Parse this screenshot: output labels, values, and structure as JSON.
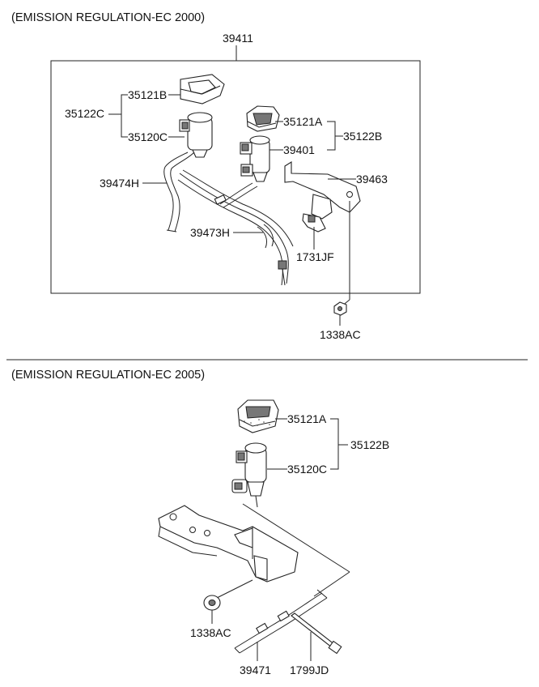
{
  "section1": {
    "caption": "(EMISSION REGULATION-EC 2000)",
    "labels": {
      "assembly": "39411",
      "cover_b": "35121B",
      "valve_c": "35120C",
      "group_c": "35122C",
      "cover_a": "35121A",
      "group_b": "35122B",
      "valve": "39401",
      "bracket": "39463",
      "hose_h": "39474H",
      "hose_h2": "39473H",
      "clip": "1731JF",
      "nut": "1338AC"
    }
  },
  "section2": {
    "caption": "(EMISSION REGULATION-EC 2005)",
    "labels": {
      "cover_a": "35121A",
      "group_b": "35122B",
      "valve_c": "35120C",
      "nut": "1338AC",
      "hose": "39471",
      "tie": "1799JD"
    }
  }
}
